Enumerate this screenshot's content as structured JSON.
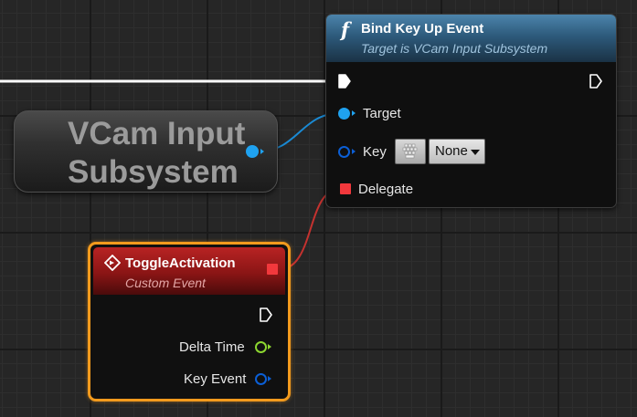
{
  "bind_node": {
    "title": "Bind Key Up Event",
    "subtitle": "Target is VCam Input Subsystem",
    "icon": "function-icon",
    "pins": {
      "target_label": "Target",
      "key_label": "Key",
      "key_value": "None",
      "delegate_label": "Delegate"
    }
  },
  "getter_node": {
    "title_line1": "VCam Input",
    "title_line2": "Subsystem"
  },
  "event_node": {
    "title": "ToggleActivation",
    "subtitle": "Custom Event",
    "icon": "event-diamond-icon",
    "pins": {
      "delta_time_label": "Delta Time",
      "key_event_label": "Key Event"
    }
  },
  "colors": {
    "exec_wire": "#ffffff",
    "object_pin": "#1fa2f0",
    "struct_pin": "#0b5fd6",
    "delegate_pin": "#f2383c",
    "float_pin": "#8cd630",
    "selection_outline": "#f29a1d"
  }
}
